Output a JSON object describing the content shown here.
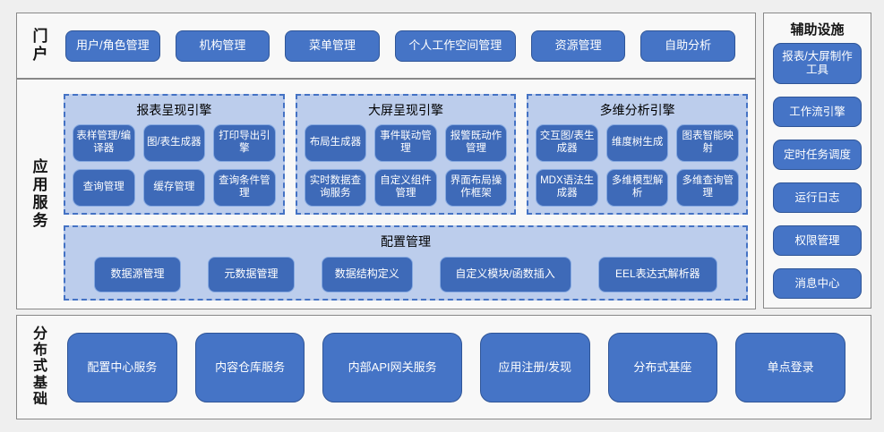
{
  "colors": {
    "page_background": "#efefef",
    "section_background": "#f8f8f8",
    "section_border": "#888888",
    "button_blue": "#4574c6",
    "inner_button_blue": "#3e6ab8",
    "panel_light_blue": "#bccdec",
    "panel_dashed_border": "#4472c4",
    "button_text": "#ffffff"
  },
  "portal": {
    "label": "门户",
    "buttons": [
      "用户/角色管理",
      "机构管理",
      "菜单管理",
      "个人工作空间管理",
      "资源管理",
      "自助分析"
    ]
  },
  "services": {
    "label": "应用服务",
    "engines": [
      {
        "title": "报表呈现引擎",
        "buttons": [
          "表样管理/编译器",
          "图/表生成器",
          "打印导出引擎",
          "查询管理",
          "缓存管理",
          "查询条件管理"
        ]
      },
      {
        "title": "大屏呈现引擎",
        "buttons": [
          "布局生成器",
          "事件联动管理",
          "报警既动作管理",
          "实时数据查询服务",
          "自定义组件管理",
          "界面布局操作框架"
        ]
      },
      {
        "title": "多维分析引擎",
        "buttons": [
          "交互图/表生成器",
          "维度树生成",
          "图表智能映射",
          "MDX语法生成器",
          "多维模型解析",
          "多维查询管理"
        ]
      }
    ],
    "config": {
      "title": "配置管理",
      "buttons": [
        "数据源管理",
        "元数据管理",
        "数据结构定义",
        "自定义模块/函数插入",
        "EEL表达式解析器"
      ]
    }
  },
  "aux": {
    "title": "辅助设施",
    "buttons": [
      "报表/大屏制作工具",
      "工作流引擎",
      "定时任务调度",
      "运行日志",
      "权限管理",
      "消息中心"
    ]
  },
  "foundation": {
    "label": "分布式基础",
    "buttons": [
      "配置中心服务",
      "内容仓库服务",
      "内部API网关服务",
      "应用注册/发现",
      "分布式基座",
      "单点登录"
    ]
  }
}
